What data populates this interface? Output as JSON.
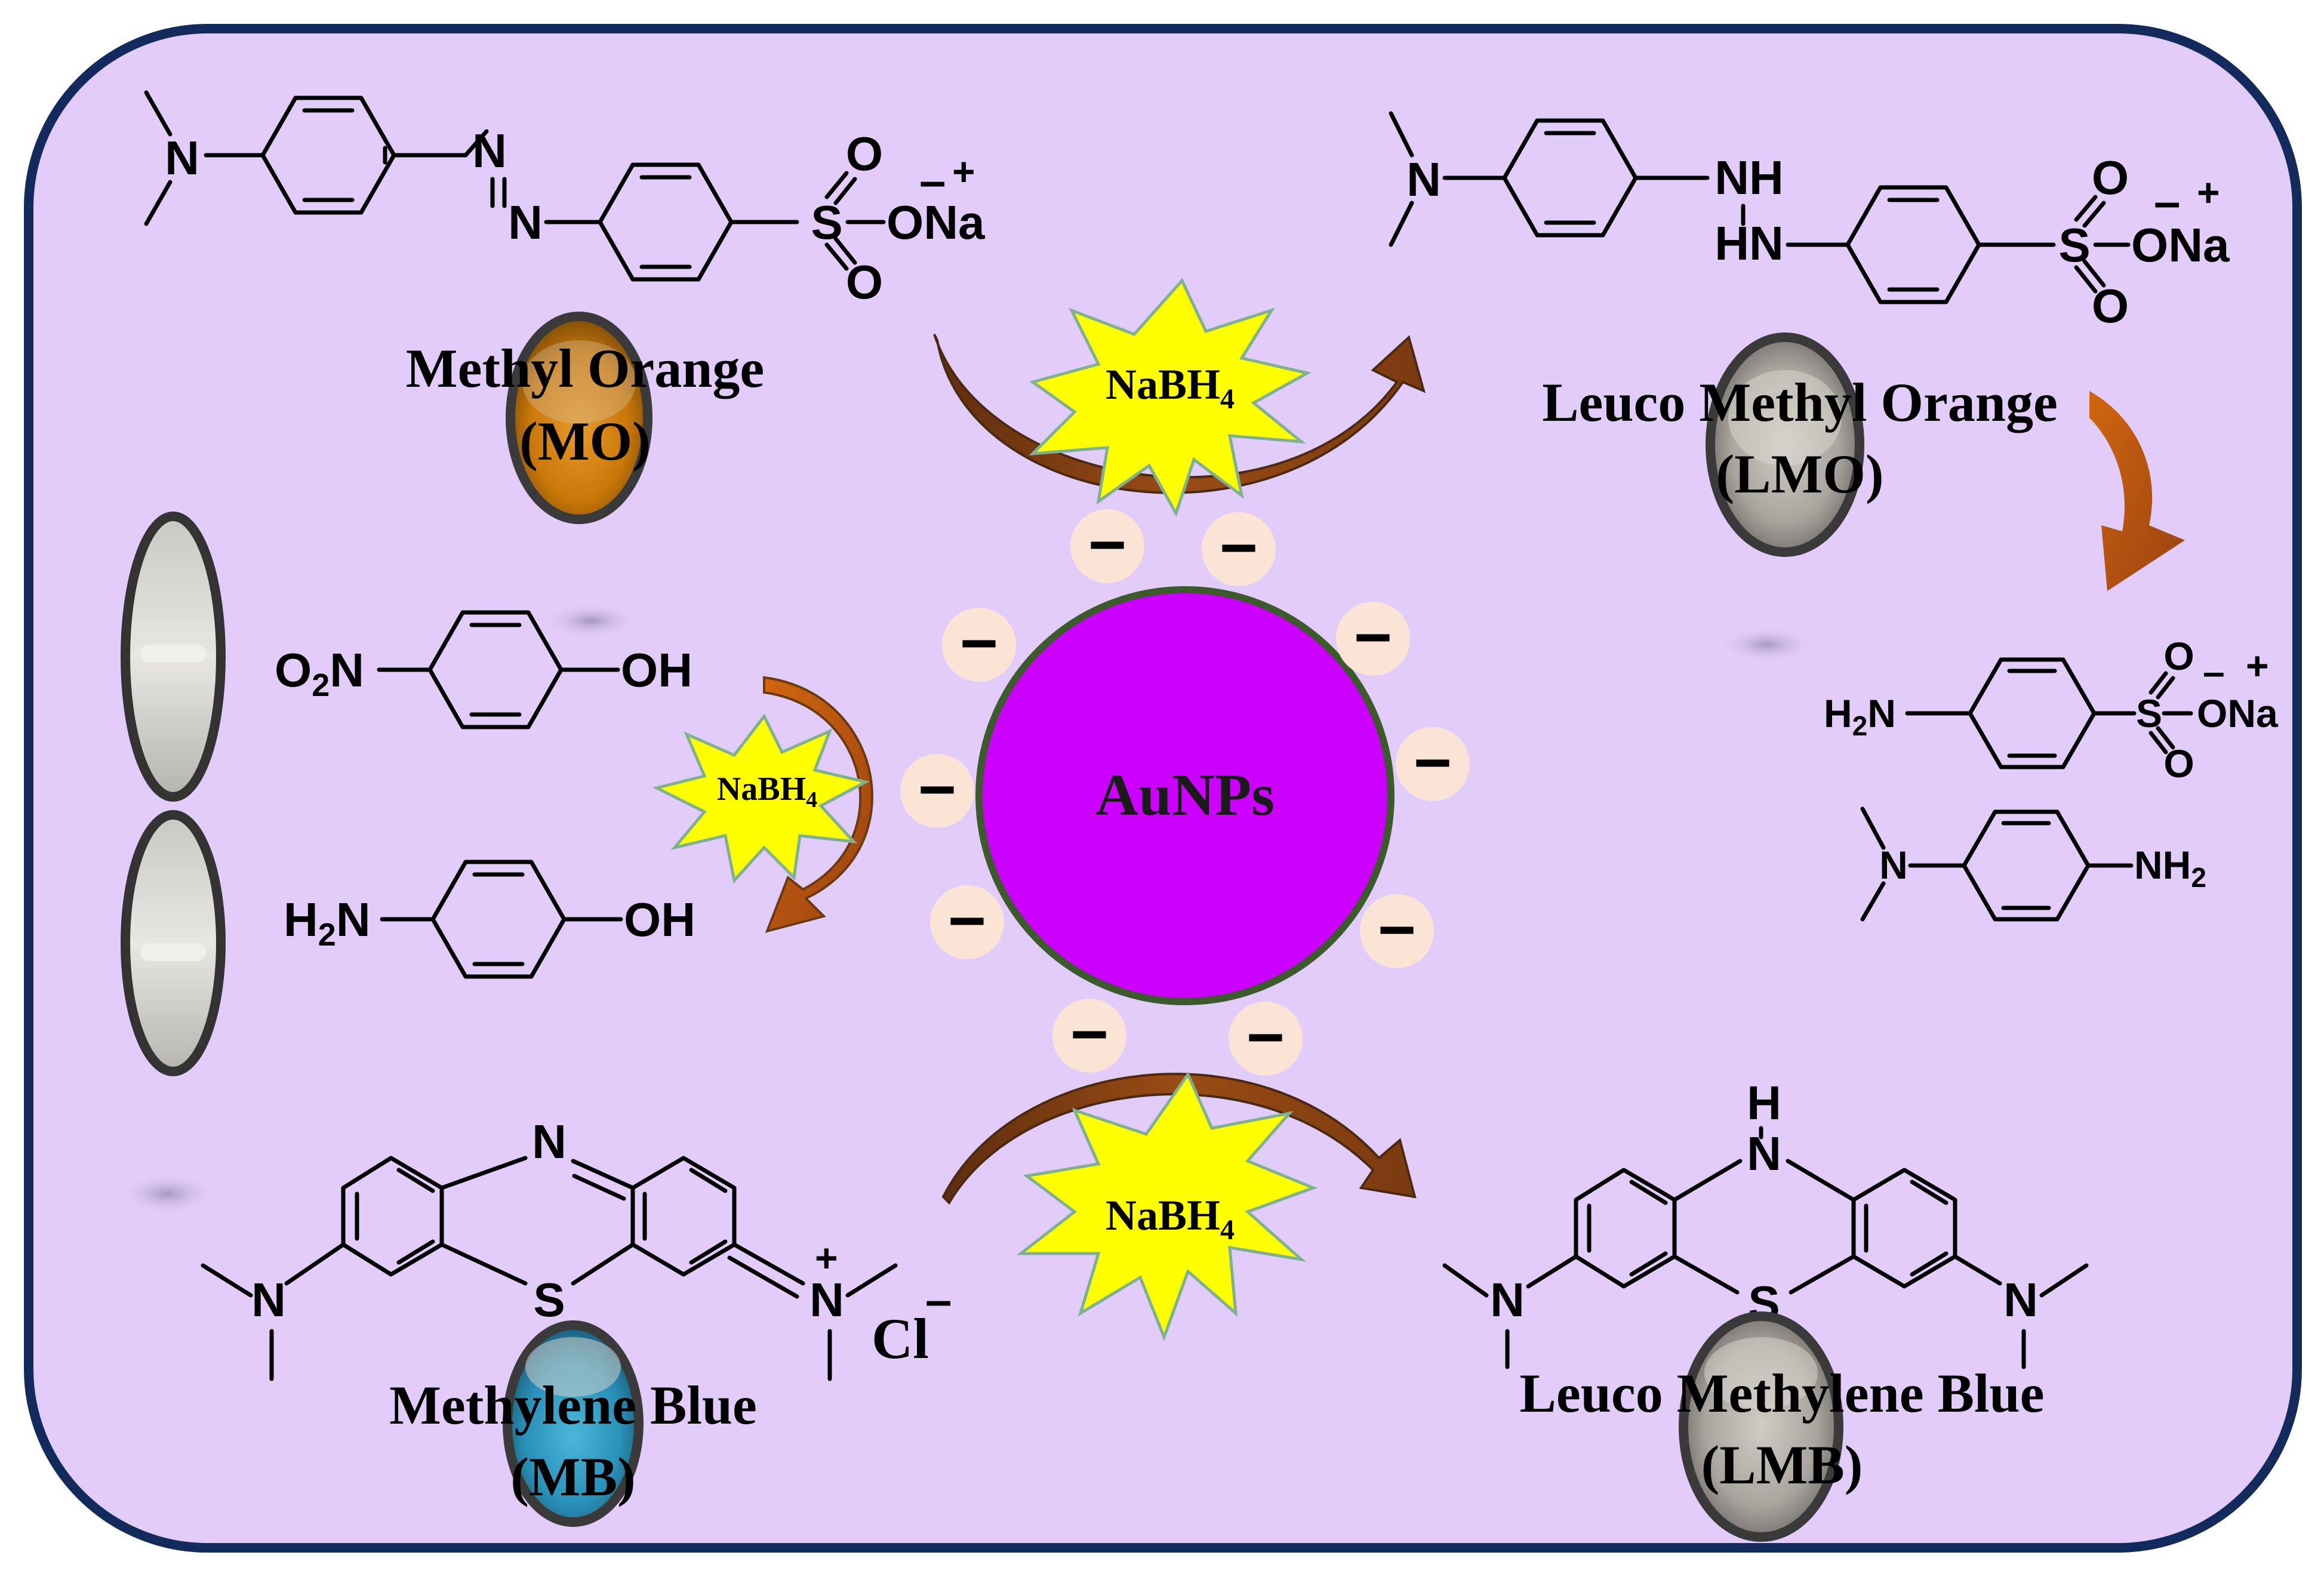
{
  "panel": {
    "background": "#e2ccfa",
    "border": "#132a5c"
  },
  "center": {
    "label": "AuNPs",
    "color": "#cc00ff"
  },
  "charge": {
    "symbol": "−",
    "badge_color": "#fae4d6"
  },
  "reagent": {
    "main": "NaBH",
    "sub": "4",
    "star_color": "#ffff00"
  },
  "methyl_orange": {
    "name": "Methyl Orange",
    "abbr": "(MO)",
    "atoms": {
      "n": "N",
      "n_azo1": "N",
      "n_azo2": "N",
      "s": "S",
      "o": "O",
      "ona": "ONa",
      "minus": "–",
      "plus": "+"
    },
    "vial_color": "#d9800f"
  },
  "leuco_methyl_orange": {
    "name": "Leuco Methyl Orange",
    "abbr": "(LMO)",
    "atoms": {
      "n": "N",
      "nh": "NH",
      "hn": "HN",
      "s": "S",
      "o": "O",
      "ona": "ONa",
      "minus": "–",
      "plus": "+"
    }
  },
  "mo_products": {
    "sulfanilate": {
      "h2n": "H",
      "h2n_sub": "2",
      "h2n_n": "N",
      "s": "S",
      "o": "O",
      "ona": "ONa",
      "minus": "–",
      "plus": "+"
    },
    "dmpd": {
      "n": "N",
      "nh2": "NH",
      "nh2_sub": "2"
    }
  },
  "nitrophenol": {
    "reactant": {
      "o2n": "O",
      "o2n_sub": "2",
      "o2n_n": "N",
      "oh": "OH"
    },
    "product": {
      "h2n": "H",
      "h2n_sub": "2",
      "h2n_n": "N",
      "oh": "OH"
    }
  },
  "methylene_blue": {
    "name": "Methylene Blue",
    "abbr": "(MB)",
    "atoms": {
      "n_top": "N",
      "s": "S",
      "n_left": "N",
      "n_right": "N",
      "plus": "+",
      "cl": "Cl",
      "minus": "–"
    },
    "vial_color": "#2e9fc7"
  },
  "leuco_methylene_blue": {
    "name": "Leuco Methylene Blue",
    "abbr": "(LMB)",
    "atoms": {
      "h": "H",
      "n_top": "N",
      "s": "S",
      "n_left": "N",
      "n_right": "N"
    }
  }
}
